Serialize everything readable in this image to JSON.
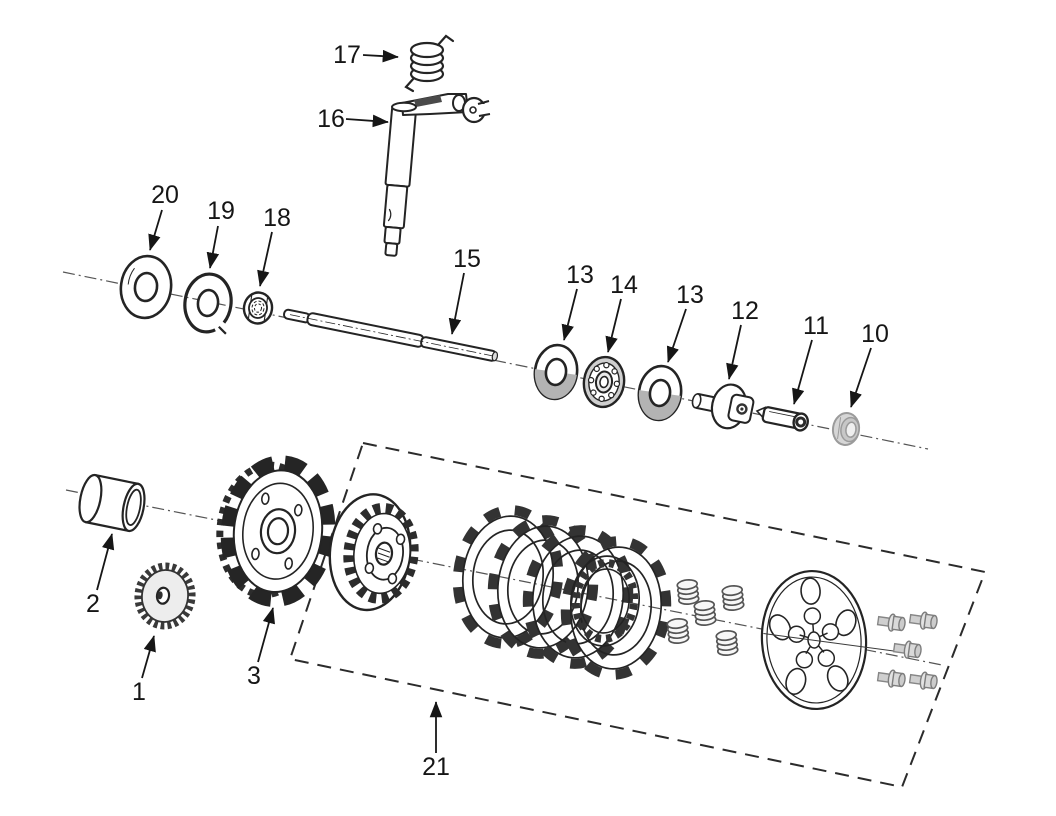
{
  "diagram": {
    "kind": "exploded-parts-diagram",
    "background": "#ffffff"
  },
  "colors": {
    "line": "#242424",
    "label": "#161616",
    "axis": "#555555",
    "shade_mid": "#b3b3b3",
    "shade_light": "#cfcfcf",
    "hardware_gray": "#d6d6d6",
    "knurl_dark": "#4a4a4a"
  },
  "callouts": {
    "c1": {
      "label": "1"
    },
    "c2": {
      "label": "2"
    },
    "c3": {
      "label": "3"
    },
    "c10": {
      "label": "10"
    },
    "c11": {
      "label": "11"
    },
    "c12": {
      "label": "12"
    },
    "c13a": {
      "label": "13"
    },
    "c13b": {
      "label": "13"
    },
    "c14": {
      "label": "14"
    },
    "c15": {
      "label": "15"
    },
    "c16": {
      "label": "16"
    },
    "c17": {
      "label": "17"
    },
    "c18": {
      "label": "18"
    },
    "c19": {
      "label": "19"
    },
    "c20": {
      "label": "20"
    },
    "c21": {
      "label": "21"
    }
  }
}
